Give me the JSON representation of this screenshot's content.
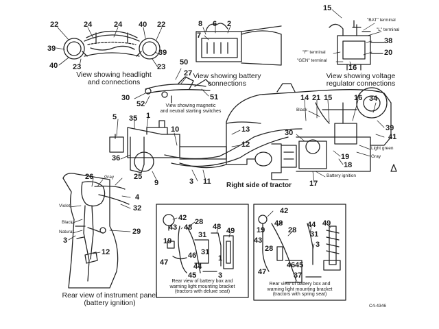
{
  "captions": {
    "headlight": "View showing headlight\nand connections",
    "battery": "View showing battery\nconnections",
    "regulator": "View showing voltage\nregulator connections",
    "magnetic": "View showing magnetic\nand neutral starting switches",
    "right_side": "Right side of tractor",
    "instrument_panel": "Rear view of instrument panel\n(battery ignition)",
    "deluxe": "Rear view of battery box and\nwarning light mounting bracket\n(tractors with deluxe seat)",
    "spring": "Rear view of battery box and\nwarning light mounting bracket\n(tractors with spring seat)",
    "figure_code": "C4-4346"
  },
  "wire_labels": {
    "bat_terminal": "\"BAT\" terminal",
    "l_terminal": "\"L\" terminal",
    "f_terminal": "\"F\" terminal",
    "gen_terminal": "\"GEN\" terminal",
    "black": "Black",
    "light_green": "Light green",
    "gray": "Gray",
    "battery_ignition": "Battery ignition",
    "gray_panel": "Gray",
    "violet": "Violet",
    "black_panel": "Black",
    "natural": "Natural"
  },
  "callouts": {
    "hl_22a": "22",
    "hl_24a": "24",
    "hl_24b": "24",
    "hl_40a": "40",
    "hl_22b": "22",
    "hl_39a": "39",
    "hl_39b": "39",
    "hl_40b": "40",
    "hl_23a": "23",
    "hl_23b": "23",
    "bt_8": "8",
    "bt_6": "6",
    "bt_2": "2",
    "bt_7": "7",
    "vr_15": "15",
    "vr_38": "38",
    "vr_20": "20",
    "vr_16": "16",
    "ms_50": "50",
    "ms_27": "27",
    "ms_30": "30",
    "ms_52": "52",
    "ms_51": "51",
    "rs_5": "5",
    "rs_35": "35",
    "rs_1": "1",
    "rs_10": "10",
    "rs_13": "13",
    "rs_12": "12",
    "rs_36": "36",
    "rs_9": "9",
    "rs_3": "3",
    "rs_11": "11",
    "rs_14": "14",
    "rs_21": "21",
    "rs_15": "15",
    "rs_16": "16",
    "rs_34": "34",
    "rs_39": "39",
    "rs_41": "41",
    "rs_30": "30",
    "rs_19": "19",
    "rs_18": "18",
    "rs_17": "17",
    "ip_26": "26",
    "ip_25": "25",
    "ip_4": "4",
    "ip_32": "32",
    "ip_29": "29",
    "ip_3": "3",
    "ip_12": "12",
    "dx_42": "42",
    "dx_28": "28",
    "dx_48a": "48",
    "dx_43": "43",
    "dx_19": "19",
    "dx_31a": "31",
    "dx_48b": "48",
    "dx_49": "49",
    "dx_46": "46",
    "dx_1": "1",
    "dx_47": "47",
    "dx_44": "44",
    "dx_45": "45",
    "dx_3": "3",
    "dx_31b": "31",
    "sp_42": "42",
    "sp_19": "19",
    "sp_48": "48",
    "sp_43": "43",
    "sp_28": "28",
    "sp_44": "44",
    "sp_49": "49",
    "sp_31": "31",
    "sp_3": "3",
    "sp_46": "46",
    "sp_45": "45",
    "sp_47": "47",
    "sp_37": "37"
  }
}
